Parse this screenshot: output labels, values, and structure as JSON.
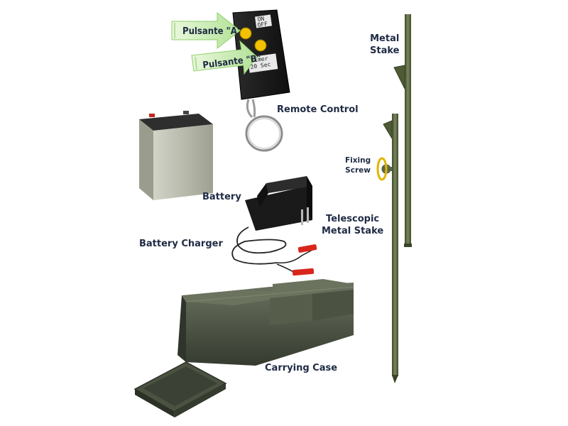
{
  "labels": {
    "metal_stake": [
      "Metal",
      "Stake"
    ],
    "remote_control": "Remote Control",
    "battery": "Battery",
    "battery_charger": "Battery Charger",
    "fixing_screw": [
      "Fixing",
      "Screw"
    ],
    "telescopic_stake": [
      "Telescopic",
      "Metal Stake"
    ],
    "carrying_case": "Carrying Case"
  },
  "remote": {
    "button_a_callout": "Pulsante \"A\"",
    "button_b_callout": "Pulsante \"B\"",
    "top_label": [
      "ON",
      "OFF"
    ],
    "timer_label": [
      "Timer",
      "20 Sec"
    ]
  },
  "colors": {
    "label_text": "#1f2a44",
    "arrow_fill": "#c8ecb0",
    "stake_green": "#5d6b43",
    "case_green": "#4a5240",
    "battery_body": "#b9bcae",
    "remote_body": "#1d1d1d",
    "remote_button": "#f2c200",
    "clip_red": "#d9251c"
  }
}
